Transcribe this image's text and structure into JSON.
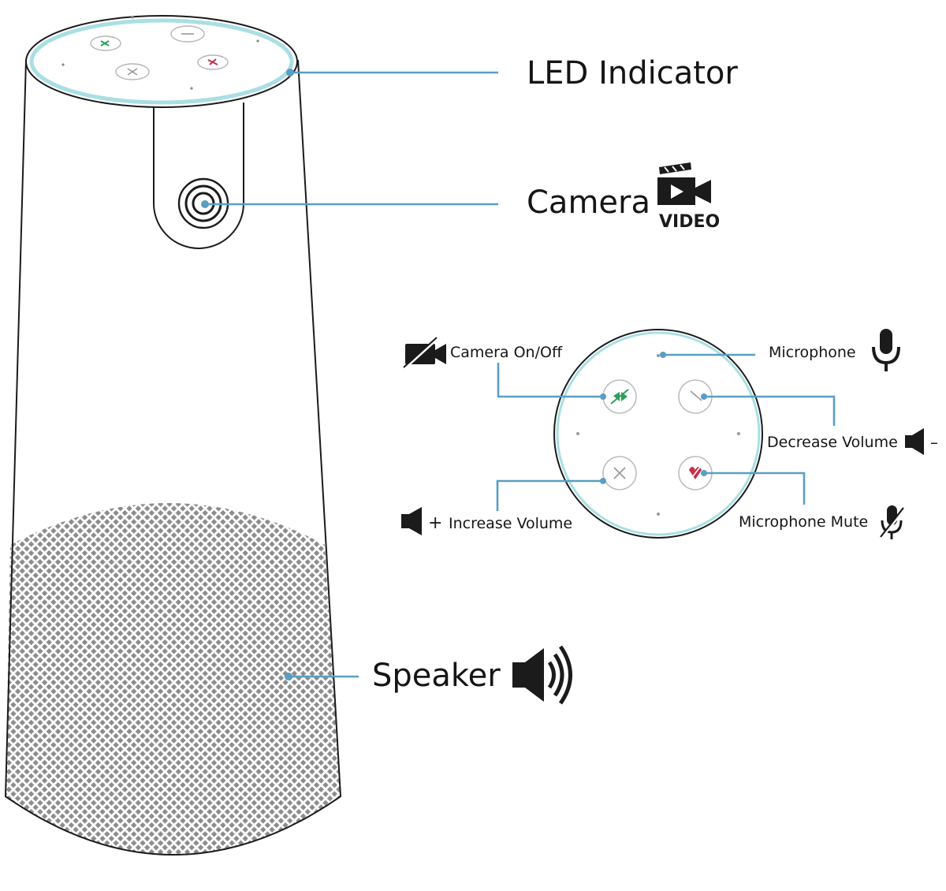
{
  "callouts": {
    "led_indicator": "LED Indicator",
    "camera": "Camera",
    "speaker": "Speaker",
    "camera_on_off": "Camera On/Off",
    "microphone": "Microphone",
    "decrease_volume": "Decrease Volume",
    "increase_volume": "Increase Volume",
    "microphone_mute": "Microphone Mute"
  },
  "badges": {
    "video": "VIDEO",
    "plus_sign": "+",
    "minus_sign": "–"
  },
  "colors": {
    "leader_line": "#5a9ec3",
    "led_ring": "#a9dfe4",
    "outline": "#1b1b1b",
    "mesh": "#8c8c8c",
    "camera_button_green": "#2e9e5b",
    "mute_button_red": "#c2304a",
    "button_gray": "#9a9a9a"
  },
  "icons": {
    "camera_off": "camera-off-icon",
    "video_badge": "video-clapper-icon",
    "microphone": "microphone-icon",
    "speaker_minus": "speaker-minus-icon",
    "speaker_plus": "speaker-plus-icon",
    "mic_muted": "microphone-muted-icon",
    "speaker_loud": "speaker-loud-icon"
  }
}
